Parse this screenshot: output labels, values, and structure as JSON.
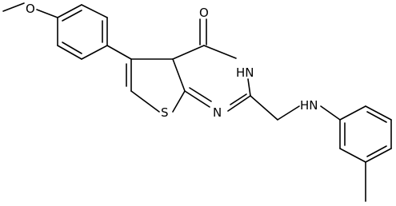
{
  "molecule": {
    "atoms": {
      "methoxy_o": "O",
      "carbonyl_o": "O",
      "ring_nh": "N",
      "ring_nh_h": "H",
      "ring_n": "N",
      "sulfur": "S",
      "amine_nh": "HN"
    }
  }
}
